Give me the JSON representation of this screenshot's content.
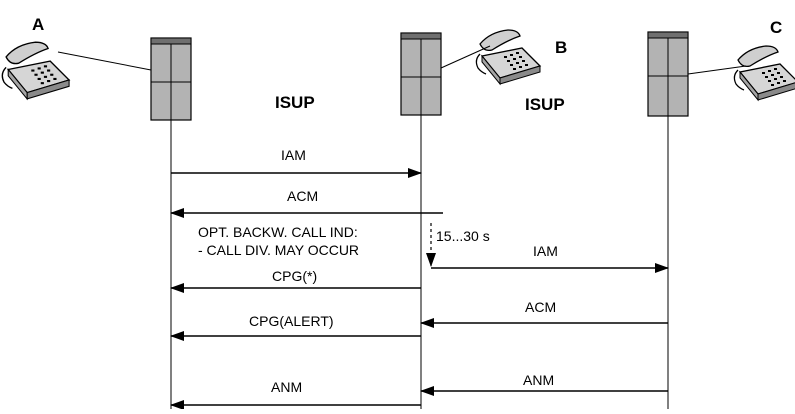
{
  "nodes": {
    "a": "A",
    "b": "B",
    "c": "C"
  },
  "protocols": {
    "left": "ISUP",
    "right": "ISUP"
  },
  "messages": {
    "iam_ab": "IAM",
    "acm_ba": "ACM",
    "note_line1": "OPT. BACKW. CALL IND:",
    "note_line2": "- CALL DIV. MAY OCCUR",
    "timer": "15...30 s",
    "iam_bc": "IAM",
    "cpg_star": "CPG(*)",
    "acm_cb": "ACM",
    "cpg_alert": "CPG(ALERT)",
    "anm_cb": "ANM",
    "anm_ba": "ANM"
  },
  "colors": {
    "exchange_fill": "#b3b3b3",
    "exchange_top": "#6f6f6f",
    "line": "#000000"
  }
}
